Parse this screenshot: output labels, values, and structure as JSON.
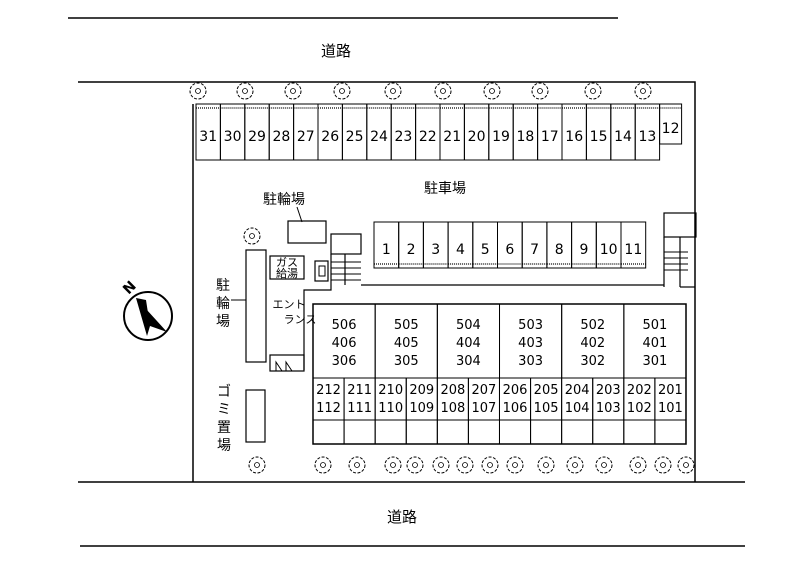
{
  "roads": {
    "north": "道路",
    "south": "道路"
  },
  "compass": {
    "letter": "N"
  },
  "labels": {
    "parking": "駐車場",
    "bicycle_top": "駐輪場",
    "bicycle_left": [
      "駐",
      "輪",
      "場"
    ],
    "garbage": [
      "ゴ",
      "ミ",
      "置",
      "場"
    ],
    "gas": [
      "ガス",
      "給湯"
    ],
    "entrance": [
      "エント",
      "ランス"
    ]
  },
  "top_spaces": [
    "31",
    "30",
    "29",
    "28",
    "27",
    "26",
    "25",
    "24",
    "23",
    "22",
    "21",
    "20",
    "19",
    "18",
    "17",
    "16",
    "15",
    "14",
    "13",
    "12"
  ],
  "inner_spaces": [
    "1",
    "2",
    "3",
    "4",
    "5",
    "6",
    "7",
    "8",
    "9",
    "10",
    "11"
  ],
  "upper_units": [
    [
      "506",
      "406",
      "306"
    ],
    [
      "505",
      "405",
      "305"
    ],
    [
      "504",
      "404",
      "304"
    ],
    [
      "503",
      "403",
      "303"
    ],
    [
      "502",
      "402",
      "302"
    ],
    [
      "501",
      "401",
      "301"
    ]
  ],
  "lower_units": [
    [
      "212",
      "112"
    ],
    [
      "211",
      "111"
    ],
    [
      "210",
      "110"
    ],
    [
      "209",
      "109"
    ],
    [
      "208",
      "108"
    ],
    [
      "207",
      "107"
    ],
    [
      "206",
      "106"
    ],
    [
      "205",
      "105"
    ],
    [
      "204",
      "104"
    ],
    [
      "203",
      "103"
    ],
    [
      "202",
      "102"
    ],
    [
      "201",
      "101"
    ]
  ]
}
